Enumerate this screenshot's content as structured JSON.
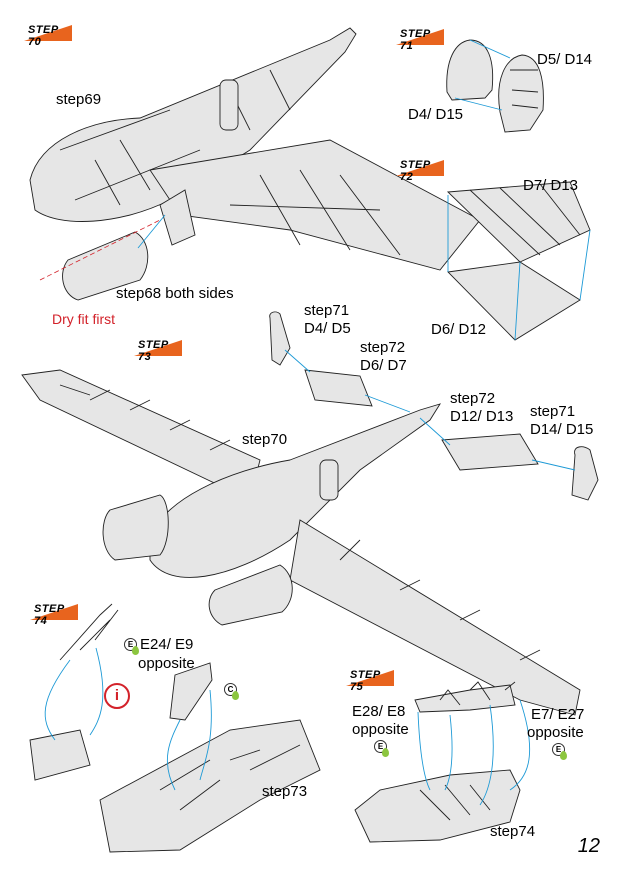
{
  "page_number": "12",
  "steps": {
    "s70": {
      "tag": "STEP 70",
      "labels": {
        "step69": "step69",
        "step68": "step68 both sides",
        "dryfit": "Dry fit first"
      }
    },
    "s71": {
      "tag": "STEP 71",
      "labels": {
        "a": "D5/ D14",
        "b": "D4/ D15"
      }
    },
    "s72": {
      "tag": "STEP 72",
      "labels": {
        "a": "D7/ D13",
        "b": "D6/ D12"
      }
    },
    "s73": {
      "tag": "STEP 73",
      "labels": {
        "step71a_1": "step71",
        "step71a_2": "D4/ D5",
        "step72a_1": "step72",
        "step72a_2": "D6/ D7",
        "step72b_1": "step72",
        "step72b_2": "D12/ D13",
        "step71b_1": "step71",
        "step71b_2": "D14/ D15",
        "step70": "step70"
      }
    },
    "s74": {
      "tag": "STEP 74",
      "labels": {
        "e1": "E24/ E9",
        "e2": "opposite",
        "step73": "step73",
        "info": "i",
        "badge_a": "E",
        "badge_b": "C"
      }
    },
    "s75": {
      "tag": "STEP 75",
      "labels": {
        "l1": "E28/ E8",
        "l2": "opposite",
        "r1": "E7/ E27",
        "r2": "opposite",
        "step74": "step74",
        "badge_a": "E",
        "badge_b": "E"
      }
    }
  },
  "colors": {
    "step_flag": "#e8641e",
    "guide_line": "#1e9ad6",
    "note": "#d3222a",
    "paint_drop": "#8cc63f"
  }
}
